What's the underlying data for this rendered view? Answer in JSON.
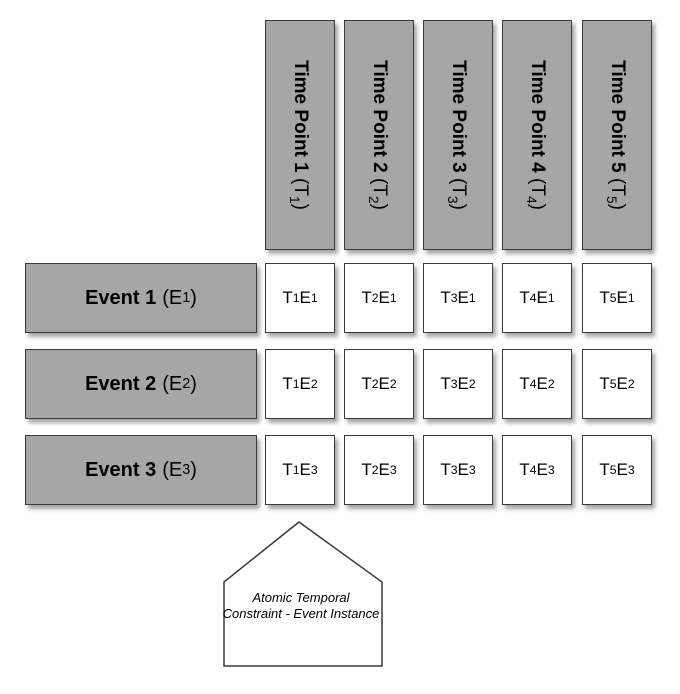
{
  "time_points": [
    {
      "label": "Time Point 1",
      "sym": "T",
      "sub": "1"
    },
    {
      "label": "Time Point 2",
      "sym": "T",
      "sub": "2"
    },
    {
      "label": "Time Point 3",
      "sym": "T",
      "sub": "3"
    },
    {
      "label": "Time Point 4",
      "sym": "T",
      "sub": "4"
    },
    {
      "label": "Time Point 5",
      "sym": "T",
      "sub": "5"
    }
  ],
  "events": [
    {
      "label": "Event 1",
      "sym": "E",
      "sub": "1"
    },
    {
      "label": "Event 2",
      "sym": "E",
      "sub": "2"
    },
    {
      "label": "Event 3",
      "sym": "E",
      "sub": "3"
    }
  ],
  "callout": {
    "text": "Atomic Temporal Constraint - Event Instance"
  }
}
